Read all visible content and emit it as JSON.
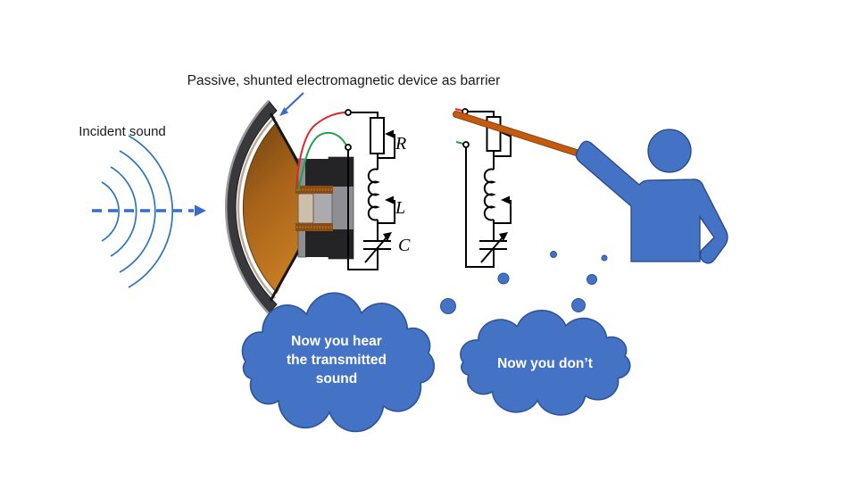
{
  "title": "Passive, shunted electromagnetic device as barrier",
  "incident_label": "Incident sound",
  "circuit": {
    "r_label": "R",
    "l_label": "L",
    "c_label": "C"
  },
  "clouds": {
    "left": {
      "lines": [
        "Now you hear",
        "the transmitted",
        "sound"
      ]
    },
    "right": {
      "text": "Now you don’t"
    }
  },
  "colors": {
    "accent": "#4472C4",
    "cloud_outline": "#2F5597",
    "figure_outline": "#27477F",
    "wave": "#2E75B6",
    "dash_arrow": "#3A6BC6",
    "note_arrow": "#3A6BC6",
    "wire_red": "#E42528",
    "wire_green": "#1CA24A",
    "stick": "#C25A10",
    "stick_edge": "#8E3D08",
    "circuit": "#000000",
    "rim": "#39393C",
    "rim_light": "#9A9A9E",
    "magnet_dark": "#242427",
    "magnet_gray": "#8F8F93",
    "magnet_light": "#ABABAF",
    "copper": "#8A4C12",
    "neck": "#CDBFA9",
    "cone_dark": "#6E4210",
    "cone_mid": "#A8631A",
    "cone_light": "#C47B22"
  }
}
